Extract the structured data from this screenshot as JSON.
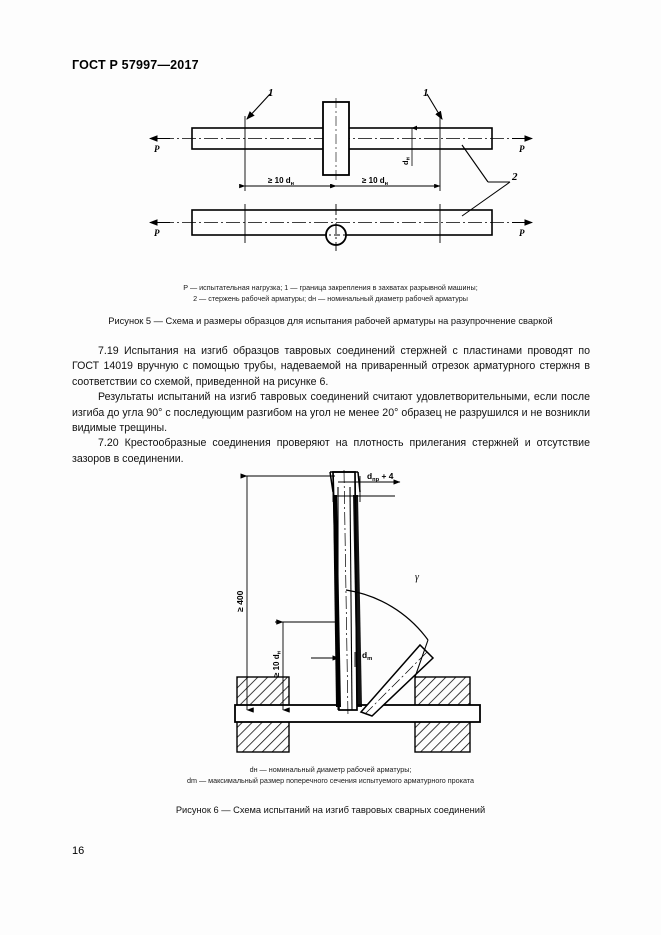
{
  "document": {
    "header": "ГОСТ Р 57997—2017",
    "page_number": "16"
  },
  "figure5": {
    "legend_line1": "P — испытательная нагрузка; 1 — граница закрепления в захватах разрывной машины;",
    "legend_line2": "2 — стержень рабочей арматуры; dн — номинальный диаметр рабочей арматуры",
    "caption": "Рисунок 5 — Схема и размеры образцов для испытания рабочей арматуры на разупрочнение сваркой",
    "labels": {
      "load_left": "P",
      "load_right": "P",
      "callout_1_left": "1",
      "callout_1_right": "1",
      "callout_2": "2",
      "dim_left": "≥ 10 dн",
      "dim_right": "≥ 10 dн",
      "thickness": "dн"
    }
  },
  "body": {
    "para_719": "7.19 Испытания на изгиб образцов тавровых соединений стержней с пластинами проводят по ГОСТ 14019 вручную с помощью трубы, надеваемой на приваренный отрезок арматурного стержня в соответствии со схемой, приведенной на рисунке 6.",
    "para_result": "Результаты испытаний на изгиб тавровых соединений считают удовлетворительными, если после изгиба до угла 90° с последующим разгибом на угол не менее 20° образец не разрушился и не возникли видимые трещины.",
    "para_720": "7.20 Крестообразные соединения проверяют на плотность прилегания стержней и отсутствие зазоров в соединении."
  },
  "figure6": {
    "legend_line1": "dн — номинальный диаметр рабочей арматуры;",
    "legend_line2": "dm — максимальный размер поперечного сечения испытуемого арматурного проката",
    "caption": "Рисунок 6 — Схема испытаний на изгиб тавровых сварных соединений",
    "labels": {
      "pipe_dim": "dпр + 4",
      "height_dim": "≥ 400",
      "bar_dim": "≥ 10 dн",
      "angle": "γ",
      "section_dim": "dm"
    }
  }
}
